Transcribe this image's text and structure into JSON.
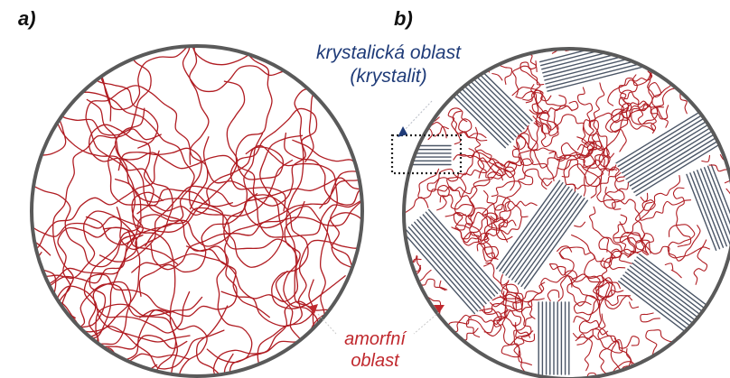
{
  "panels": [
    {
      "label": "a)"
    },
    {
      "label": "b)"
    }
  ],
  "annotations": {
    "crystalline_line1": "krystalická oblast",
    "crystalline_line2": "(krystalit)",
    "amorphous_line1": "amorfní",
    "amorphous_line2": "oblast"
  },
  "colors": {
    "chain": "#b01c22",
    "crystal_lamella": "#4a5566",
    "circle_border": "#5a5a5a",
    "crystal_text": "#1f3b78",
    "amorph_text": "#c0282d",
    "dotted_box": "#222222"
  }
}
